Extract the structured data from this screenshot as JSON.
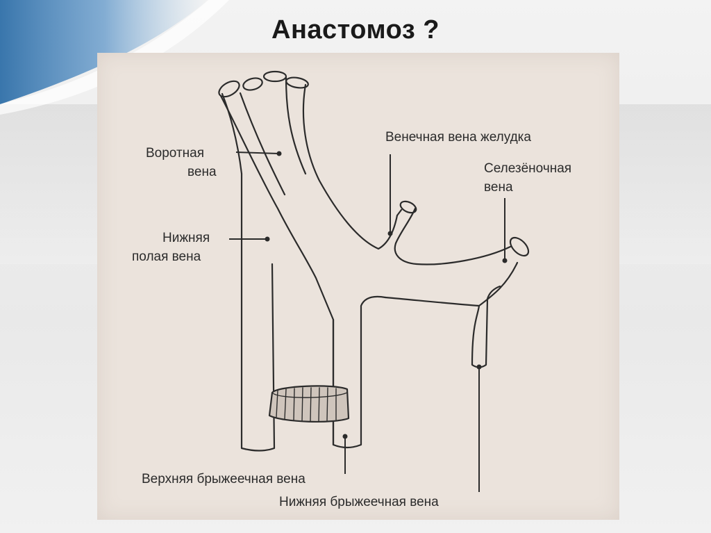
{
  "slide": {
    "title": "Анастомоз ?"
  },
  "labels": {
    "portal_vein_line1": "Воротная",
    "portal_vein_line2": "вена",
    "inferior_vena_cava_line1": "Нижняя",
    "inferior_vena_cava_line2": "полая вена",
    "coronary_gastric_vein": "Венечная вена желудка",
    "splenic_vein_line1": "Селезёночная",
    "splenic_vein_line2": "вена",
    "superior_mesenteric_vein": "Верхняя брыжеечная вена",
    "inferior_mesenteric_vein": "Нижняя брыжеечная вена"
  },
  "colors": {
    "panel": "#ebe3dc",
    "ink": "#2b2b2b",
    "accent_blue": "#2f6fa8"
  }
}
